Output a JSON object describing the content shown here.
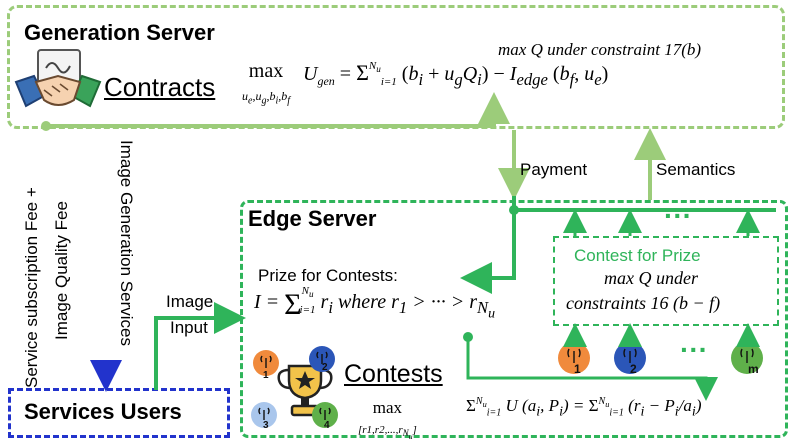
{
  "generation_server": {
    "title": "Generation Server",
    "contracts_label": "Contracts",
    "constraint_note": "max Q under constraint 17(b)",
    "utility_max": "max",
    "utility_max_sub": "u",
    "utility_lhs": "U",
    "utility_lhs_sub": "gen",
    "utility_rhs": "= Σ (b + u Q ) − I (b , u )"
  },
  "edge_server": {
    "title": "Edge Server",
    "prize_label": "Prize for Contests:",
    "prize_formula": "I = Σ r where r > ··· > r",
    "contests_label": "Contests",
    "contests_max": "max",
    "contests_formula": "Σ U (a , P ) = Σ (r − P /a )"
  },
  "contest_box": {
    "title": "Contest for Prize",
    "line1": "max Q under",
    "line2": "constraints 16 (b − f)"
  },
  "services_users": {
    "title": "Services Users"
  },
  "arrows": {
    "service_fee": "Service subscription Fee +",
    "image_quality_fee": "Image Quality Fee",
    "image_generation_services": "Image Generation Services",
    "image_input_1": "Image",
    "image_input_2": "Input",
    "payment": "Payment",
    "semantics": "Semantics",
    "ellipsis": "···"
  },
  "antennas_left": [
    "1",
    "2",
    "3",
    "4"
  ],
  "antennas_right": [
    "1",
    "2",
    "m"
  ],
  "colors": {
    "light_green": "#9ccc7a",
    "green": "#2fb45a",
    "blue": "#2233cc",
    "orange": "#f08a3c",
    "dark_blue": "#2b56b8",
    "light_blue": "#a9c6ec",
    "antenna_green": "#5fb04a"
  }
}
